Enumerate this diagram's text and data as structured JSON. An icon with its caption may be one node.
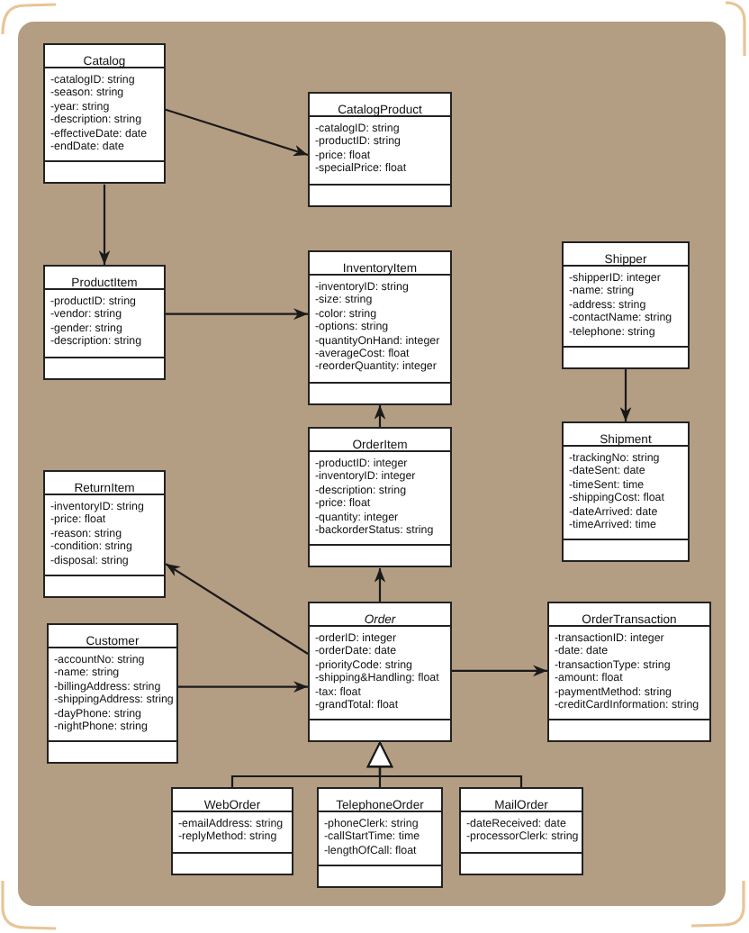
{
  "diagram": {
    "nodes": [
      {
        "text": [
          "Catalog",
          "-catalogID: string",
          "-season: string",
          "-year: string",
          "-description: string",
          "-effectiveDate: date",
          "-endDate: date"
        ]
      },
      {
        "text": [
          "CatalogProduct",
          "-catalogID: string",
          "-productID: string",
          "-price: float",
          "-specialPrice: float"
        ]
      },
      {
        "text": [
          "ProductItem",
          "-productID: string",
          "-vendor: string",
          "-gender: string",
          "-description: string"
        ]
      },
      {
        "text": [
          "InventoryItem",
          "-inventoryID: string",
          "-size: string",
          "-color: string",
          "-options: string",
          "-quantityOnHand: integer",
          "-averageCost: float",
          "-reorderQuantity: integer"
        ]
      },
      {
        "text": [
          "Shipper",
          "-shipperID: integer",
          "-name: string",
          "-address: string",
          "-contactName: string",
          "-telephone: string"
        ]
      },
      {
        "text": [
          "OrderItem",
          "-productID: integer",
          "-inventoryID: integer",
          "-description: string",
          "-price: float",
          "-quantity: integer",
          "-backorderStatus: string"
        ]
      },
      {
        "text": [
          "Shipment",
          "-trackingNo: string",
          "-dateSent: date",
          "-timeSent: time",
          "-shippingCost: float",
          "-dateArrived: date",
          "-timeArrived: time"
        ]
      },
      {
        "text": [
          "ReturnItem",
          "-inventoryID: string",
          "-price: float",
          "-reason: string",
          "-condition: string",
          "-disposal: string"
        ]
      },
      {
        "text": [
          "Customer",
          "-accountNo: string",
          "-name: string",
          "-billingAddress: string",
          "-shippingAddress: string",
          "-dayPhone: string",
          "-nightPhone: string"
        ]
      },
      {
        "text": [
          "Order",
          "-orderID: integer",
          "-orderDate: date",
          "-priorityCode: string",
          "-shipping&Handling: float",
          "-tax: float",
          "-grandTotal: float"
        ]
      },
      {
        "text": [
          "OrderTransaction",
          "-transactionID: integer",
          "-date: date",
          "-transactionType: string",
          "-amount: float",
          "-paymentMethod: string",
          "-creditCardInformation: string"
        ]
      },
      {
        "text": [
          "WebOrder",
          "-emailAddress: string",
          "-replyMethod: string"
        ]
      },
      {
        "text": [
          "TelephoneOrder",
          "-phoneClerk: string",
          "-callStartTime: time",
          "-lengthOfCall: float"
        ]
      },
      {
        "text": [
          "MailOrder",
          "-dateReceived: date",
          "-processorClerk: string"
        ]
      }
    ],
    "edges": [
      {
        "from": 0,
        "to": 1,
        "arrow": "to"
      },
      {
        "from": 0,
        "to": 2,
        "arrow": "to"
      },
      {
        "from": 2,
        "to": 3,
        "arrow": "to"
      },
      {
        "from": 4,
        "to": 6,
        "arrow": "to"
      },
      {
        "from": 5,
        "to": 3,
        "arrow": "to"
      },
      {
        "from": 9,
        "to": 5,
        "arrow": "to"
      },
      {
        "from": 9,
        "to": 7,
        "arrow": "to"
      },
      {
        "from": 8,
        "to": 9,
        "arrow": "to"
      },
      {
        "from": 9,
        "to": 10,
        "arrow": "to"
      },
      {
        "from": 11,
        "to": 9,
        "arrow": "to"
      },
      {
        "from": 12,
        "to": 9,
        "arrow": "to"
      },
      {
        "from": 13,
        "to": 9,
        "arrow": "to"
      }
    ]
  }
}
